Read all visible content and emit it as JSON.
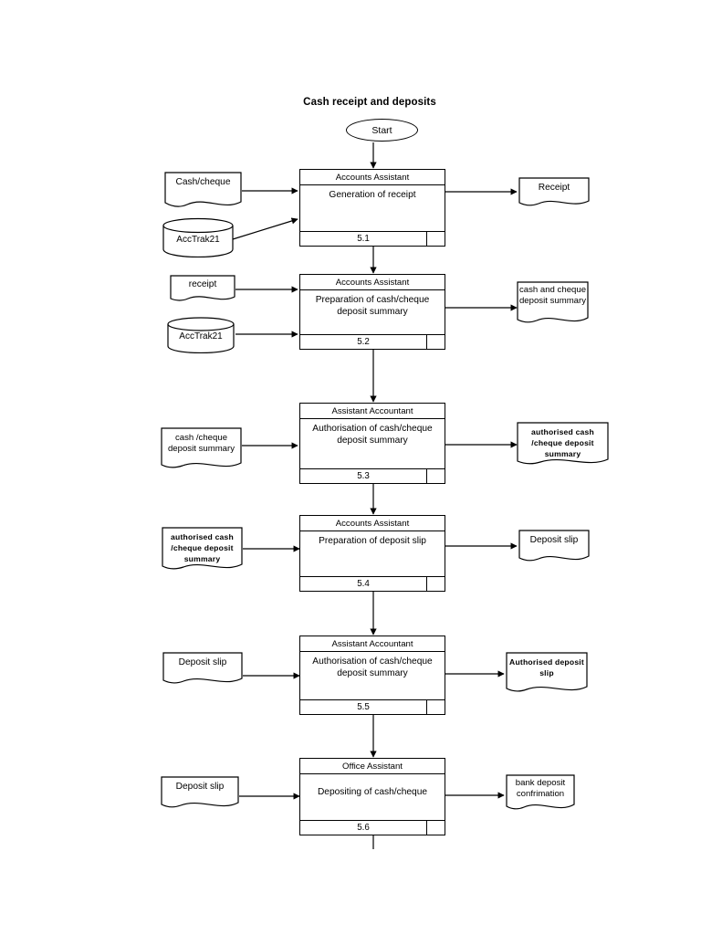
{
  "diagram": {
    "title": "Cash receipt and deposits",
    "start_label": "Start",
    "line_color": "#000000",
    "background": "#ffffff"
  },
  "steps": [
    {
      "id": "5.1",
      "role": "Accounts Assistant",
      "action": "Generation of receipt",
      "number": "5.1"
    },
    {
      "id": "5.2",
      "role": "Accounts Assistant",
      "action": "Preparation of cash/cheque deposit summary",
      "number": "5.2"
    },
    {
      "id": "5.3",
      "role": "Assistant Accountant",
      "action": "Authorisation of cash/cheque deposit summary",
      "number": "5.3"
    },
    {
      "id": "5.4",
      "role": "Accounts Assistant",
      "action": "Preparation of deposit slip",
      "number": "5.4"
    },
    {
      "id": "5.5",
      "role": "Assistant Accountant",
      "action": "Authorisation of cash/cheque deposit summary",
      "number": "5.5"
    },
    {
      "id": "5.6",
      "role": "Office Assistant",
      "action": "Depositing of cash/cheque",
      "number": "5.6"
    }
  ],
  "inputs": {
    "cash_cheque": "Cash/cheque",
    "acctrak21_a": "AccTrak21",
    "receipt": "receipt",
    "acctrak21_b": "AccTrak21",
    "cash_cheque_deposit_summary": "cash /cheque deposit summary",
    "authorised_cash_cheque_deposit_summary": "authorised cash /cheque deposit summary",
    "deposit_slip_5_5": "Deposit slip",
    "deposit_slip_5_6": "Deposit slip"
  },
  "outputs": {
    "receipt": "Receipt",
    "cash_and_cheque_deposit_summary": "cash and cheque deposit summary",
    "authorised_cash_cheque_deposit_summary": "authorised cash /cheque deposit summary",
    "deposit_slip": "Deposit slip",
    "authorised_deposit_slip": "Authorised deposit slip",
    "bank_deposit_confirmation": "bank deposit confrimation"
  }
}
